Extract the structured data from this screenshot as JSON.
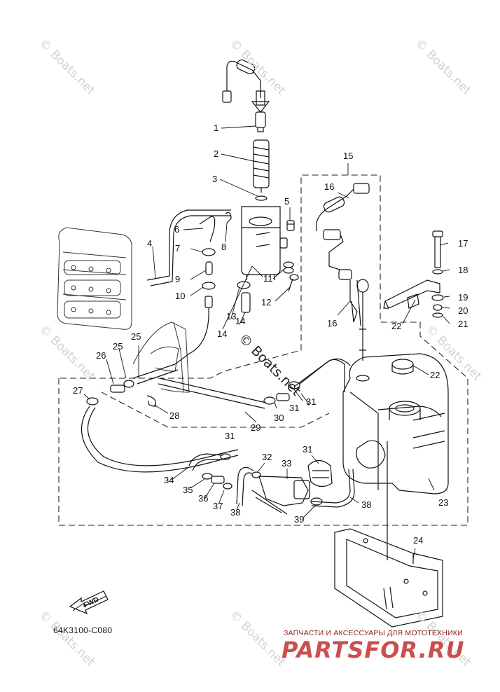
{
  "watermark": "© Boats.net",
  "center_watermark": "© Boats.net",
  "diagram_code": "64K3100-C080",
  "fwd_label": "FWD",
  "brand": {
    "tagline": "ЗАПЧАСТИ И АКСЕССУАРЫ ДЛЯ МОТОТЕХНИКИ",
    "logo": "PARTSFOR.RU",
    "color": "#c23131"
  },
  "callouts": [
    "1",
    "2",
    "3",
    "4",
    "5",
    "6",
    "7",
    "8",
    "9",
    "10",
    "11",
    "12",
    "13",
    "14",
    "14",
    "15",
    "16",
    "16",
    "17",
    "18",
    "19",
    "20",
    "21",
    "22",
    "22",
    "23",
    "24",
    "25",
    "25",
    "26",
    "27",
    "28",
    "29",
    "30",
    "31",
    "31",
    "31",
    "31",
    "32",
    "33",
    "34",
    "35",
    "36",
    "37",
    "38",
    "38",
    "39"
  ]
}
